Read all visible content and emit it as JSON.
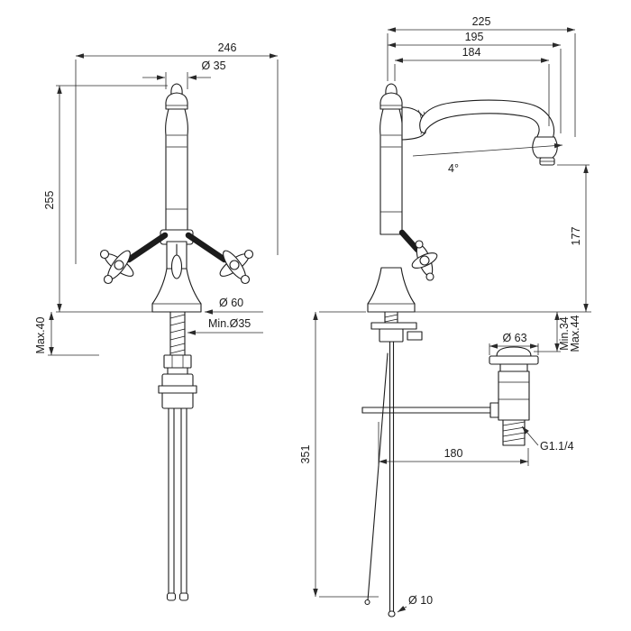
{
  "drawing": {
    "front_view": {
      "overall_width": "246",
      "cap_diameter": "Ø 35",
      "body_height": "255",
      "deck_thickness_max": "Max.40",
      "base_diameter": "Ø 60",
      "hole_diameter_min": "Min.Ø35"
    },
    "side_view": {
      "reach_overall": "225",
      "reach_outlet": "195",
      "reach_aerator": "184",
      "spout_angle": "4°",
      "spout_height": "177",
      "drain_deck_min": "Min.34",
      "drain_deck_max": "Max.44",
      "waste_flange_diameter": "Ø 63",
      "waste_thread": "G1.1/4",
      "drain_offset": "180",
      "supply_hose_length": "351",
      "rod_diameter": "Ø 10"
    },
    "colors": {
      "line": "#1c1c1c",
      "dimension": "#2a2a2a",
      "background": "#ffffff"
    }
  }
}
